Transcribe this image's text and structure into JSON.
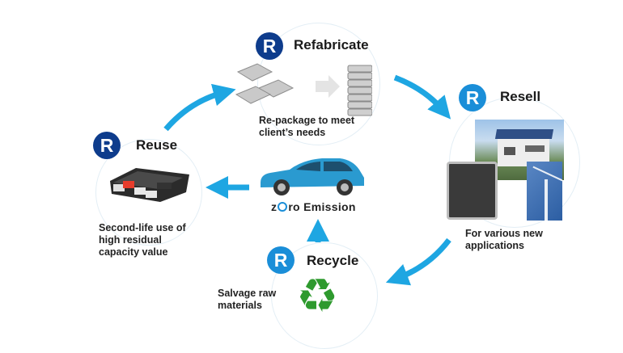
{
  "diagram": {
    "badge_letter": "R",
    "colors": {
      "arrow": "#1ea6e2",
      "badge_dark": "#0e3c8c",
      "badge_light": "#1a8ed8",
      "recycle_green": "#2e9a2e"
    },
    "center": {
      "brand_prefix_z": "z",
      "brand_prefix_rest": "ro Emission",
      "image": "electric-car"
    },
    "stages": {
      "refabricate": {
        "title": "Refabricate",
        "caption_line1": "Re-package to meet",
        "caption_line2": "client’s needs",
        "image": "battery-modules-stacking"
      },
      "resell": {
        "title": "Resell",
        "caption_line1": "For various new",
        "caption_line2": "applications",
        "image": "house-storage-windturbine"
      },
      "recycle": {
        "title": "Recycle",
        "caption_line1": "Salvage raw",
        "caption_line2": "materials",
        "image": "recycle-symbol"
      },
      "reuse": {
        "title": "Reuse",
        "caption_line1": "Second-life use of",
        "caption_line2": "high residual",
        "caption_line3": "capacity value",
        "image": "battery-pack"
      }
    }
  }
}
